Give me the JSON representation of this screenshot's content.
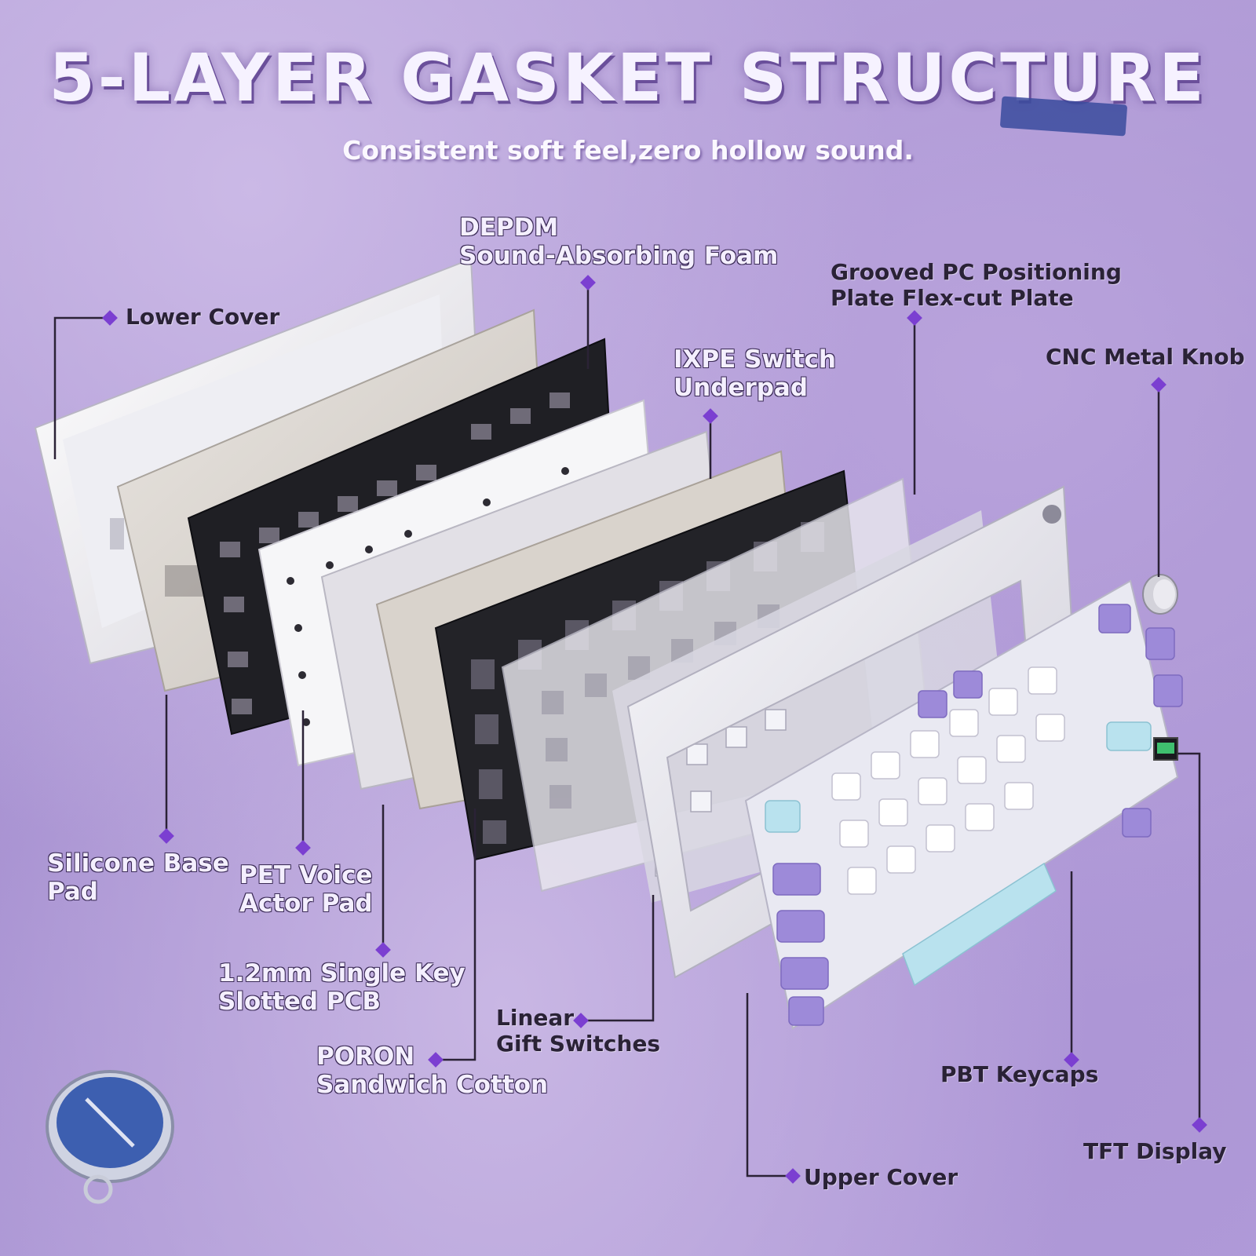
{
  "header": {
    "title": "5-LAYER GASKET STRUCTURE",
    "subtitle": "Consistent soft feel,zero hollow sound."
  },
  "labels": {
    "lower_cover": [
      "Lower Cover"
    ],
    "foam": [
      "DEPDM",
      "Sound-Absorbing Foam"
    ],
    "plate": [
      "Grooved PC Positioning",
      "Plate Flex-cut Plate"
    ],
    "ixpe": [
      "IXPE Switch",
      "Underpad"
    ],
    "knob": [
      "CNC Metal Knob"
    ],
    "silicone": [
      "Silicone Base",
      "Pad"
    ],
    "pet": [
      "PET Voice",
      "Actor Pad"
    ],
    "pcb": [
      "1.2mm Single Key",
      "Slotted PCB"
    ],
    "poron": [
      "PORON",
      "Sandwich Cotton"
    ],
    "switches": [
      "Linear",
      "Gift Switches"
    ],
    "keycaps": [
      "PBT Keycaps"
    ],
    "tft": [
      "TFT Display"
    ],
    "upper_cover": [
      "Upper Cover"
    ]
  },
  "colors": {
    "accent": "#7b3fd1",
    "line": "#2b2236",
    "keycap_purple": "#9d8ad9",
    "keycap_blue": "#b9e2ee"
  }
}
